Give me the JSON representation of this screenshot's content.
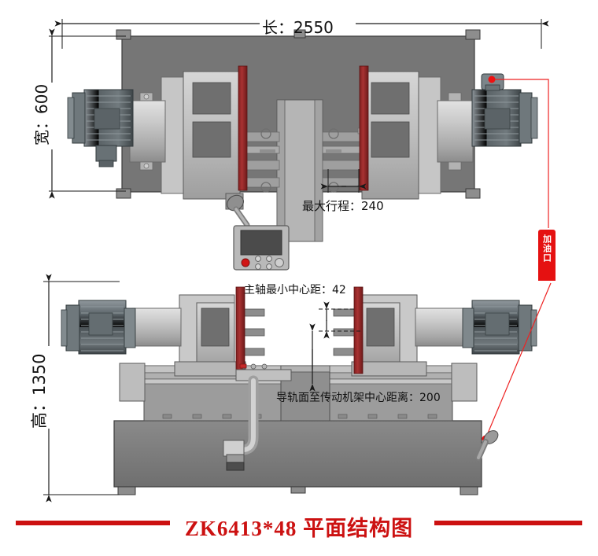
{
  "document": {
    "type": "machine-layout-drawing",
    "title": "ZK6413*48 平面结构图",
    "model": "ZK6413*48"
  },
  "colors": {
    "accent_red": "#cc1111",
    "tag_red": "#e51111",
    "body_gray": "#767676",
    "panel_gray": "#b9b9b9",
    "light_gray": "#cfcfcf",
    "dark_gray": "#5a5a5a",
    "motor_gray": "#6b7276",
    "rail_red": "#9c2a2a",
    "line_black": "#1a1a1a"
  },
  "top_view": {
    "name": "plan-view",
    "dimensions": {
      "length": {
        "label": "长：2550",
        "value": 2550,
        "unit": "mm",
        "orientation": "horizontal"
      },
      "width": {
        "label": "宽：600",
        "value": 600,
        "unit": "mm",
        "orientation": "vertical"
      },
      "max_stroke": {
        "label": "最大行程：240",
        "value": 240,
        "unit": "mm",
        "orientation": "horizontal"
      }
    },
    "callouts": [
      {
        "label": "加油口",
        "marker": "red-dot",
        "type": "oil-filler-port"
      }
    ],
    "components": {
      "control_panel": "control-panel",
      "left_motor": "drive-motor-left",
      "right_motor": "drive-motor-right",
      "spindle_guards": "red-guard-plates"
    }
  },
  "front_view": {
    "name": "front-elevation-view",
    "dimensions": {
      "height": {
        "label": "高：1350",
        "value": 1350,
        "unit": "mm",
        "orientation": "vertical"
      },
      "spindle_min_center": {
        "label": "主轴最小中心距：42",
        "value": 42,
        "unit": "mm"
      },
      "rail_to_frame_center": {
        "label": "导轨面至传动机架中心距离：200",
        "value": 200,
        "unit": "mm"
      }
    },
    "callouts": [
      {
        "label": "加油口",
        "marker": "red-dot",
        "type": "oil-filler-port"
      }
    ]
  },
  "labels": {
    "length": "长：2550",
    "width": "宽：600",
    "height": "高：1350",
    "max_stroke": "最大行程：240",
    "spindle_min_center": "主轴最小中心距：42",
    "rail_to_frame_center": "导轨面至传动机架中心距离：200",
    "oil_port": "加油口",
    "title": "ZK6413*48 平面结构图"
  }
}
